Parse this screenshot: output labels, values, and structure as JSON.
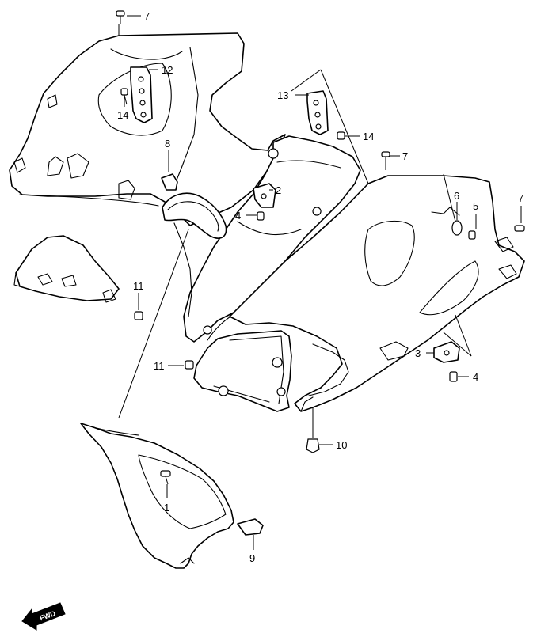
{
  "diagram": {
    "fwd_label": "FWD",
    "callouts": [
      {
        "id": "c7a",
        "label": "7"
      },
      {
        "id": "c12",
        "label": "12"
      },
      {
        "id": "c14a",
        "label": "14"
      },
      {
        "id": "c13",
        "label": "13"
      },
      {
        "id": "c14b",
        "label": "14"
      },
      {
        "id": "c8",
        "label": "8"
      },
      {
        "id": "c2",
        "label": "2"
      },
      {
        "id": "c4a",
        "label": "4"
      },
      {
        "id": "c7b",
        "label": "7"
      },
      {
        "id": "c6",
        "label": "6"
      },
      {
        "id": "c5",
        "label": "5"
      },
      {
        "id": "c7c",
        "label": "7"
      },
      {
        "id": "c11a",
        "label": "11"
      },
      {
        "id": "c3",
        "label": "3"
      },
      {
        "id": "c4b",
        "label": "4"
      },
      {
        "id": "c11b",
        "label": "11"
      },
      {
        "id": "c10",
        "label": "10"
      },
      {
        "id": "c1",
        "label": "1"
      },
      {
        "id": "c9",
        "label": "9"
      }
    ]
  }
}
